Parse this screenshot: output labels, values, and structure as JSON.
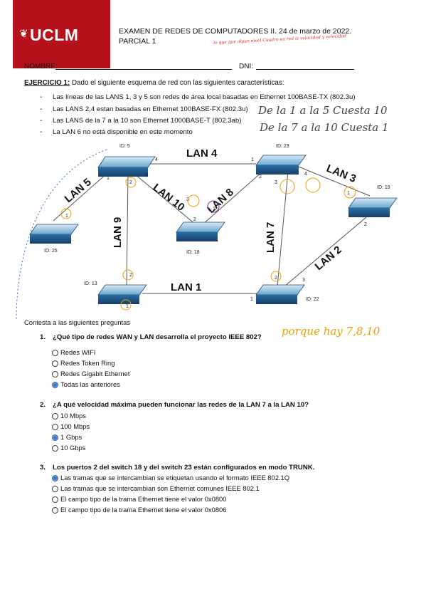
{
  "header": {
    "logo_text": "UCLM",
    "exam_title": "EXAMEN DE REDES DE COMPUTADORES II. 24 de marzo de 2022.",
    "partial": "PARCIAL 1",
    "nombre_label": "NOMBRE:",
    "dni_label": "DNI:"
  },
  "exercise": {
    "title": "EJERCICIO 1:",
    "intro": "Dado el siguiente esquema de red con las siguientes características:",
    "bullets": [
      "Las líneas de las LANS 1, 3 y 5 son redes de área local basadas en Ethernet 100BASE-TX (802.3u)",
      "Las LANS 2,4 estan basadas en Ethernet 100BASE-FX (802.3u)",
      "Las LANS de la 7 a la 10 son Ethernet 1000BASE-T (802.3ab)",
      "La LAN 6 no está disponible en este momento"
    ]
  },
  "diagram": {
    "switches": [
      {
        "id": "ID: 5"
      },
      {
        "id": "ID: 23"
      },
      {
        "id": "ID: 19"
      },
      {
        "id": "ID: 25"
      },
      {
        "id": "ID: 18"
      },
      {
        "id": "ID: 13"
      },
      {
        "id": "ID: 22"
      }
    ],
    "lans": [
      "LAN 4",
      "LAN 3",
      "LAN 5",
      "LAN 10",
      "LAN 8",
      "LAN 9",
      "LAN 7",
      "LAN 2",
      "LAN 1"
    ],
    "ports": [
      "4",
      "3",
      "2",
      "1",
      "1",
      "3",
      "2",
      "4",
      "1",
      "2",
      "1",
      "2",
      "3",
      "1",
      "2",
      "1",
      "2",
      "3",
      "1"
    ]
  },
  "handwriting": {
    "top_note": "lo que que algun nivel Cuadro en red is velocidad y velocidad",
    "right_note1": "De la 1 a la 5 Cuesta 10",
    "right_note2": "De la 7 a la 10 Cuesta 1",
    "bottom_note": "porque hay 7,8,10"
  },
  "questions_intro": "Contesta a las siguientes preguntas",
  "questions": [
    {
      "num": "1.",
      "text": "¿Qué tipo de redes WAN y LAN desarrolla el proyecto IEEE 802?",
      "options": [
        "Redes WIFI",
        "Redes Token Ring",
        "Redes Gigabit Ethernet",
        "Todas las anteriores"
      ],
      "selected": 3
    },
    {
      "num": "2.",
      "text": "¿A qué velocidad máxima pueden funcionar las redes de la LAN 7 a la LAN 10?",
      "options": [
        "10 Mbps",
        "100 Mbps",
        "1 Gbps",
        "10 Gbps"
      ],
      "selected": 2
    },
    {
      "num": "3.",
      "text": "Los puertos 2 del switch 18 y del switch 23 están configurados en modo TRUNK.",
      "options": [
        "Las tramas que se intercambian se etiquetan usando el formato IEEE 802.1Q",
        "Las tramas que se intercambian son Ethernet comunes IEEE 802.1",
        "El campo tipo de la trama Ethernet tiene el valor 0x0800",
        "El campo tipo de la trama Ethernet tiene el valor 0x0806"
      ],
      "selected": 0
    }
  ],
  "colors": {
    "brand": "#b5121b",
    "radio_selected": "#3f79c6"
  }
}
